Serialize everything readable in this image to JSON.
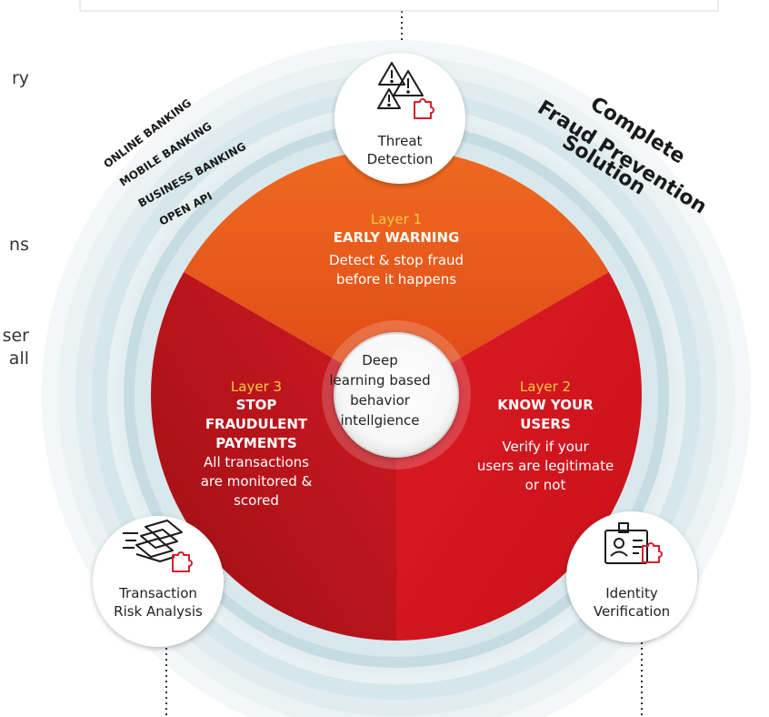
{
  "left_text_fragments": [
    "ry",
    "ns",
    "ser",
    "all"
  ],
  "channels": [
    "ONLINE BANKING",
    "MOBILE BANKING",
    "BUSINESS BANKING",
    "OPEN API"
  ],
  "solution_title": [
    "Complete",
    "Fraud Prevention",
    "Solution"
  ],
  "center": {
    "lines": [
      "Deep",
      "learning based",
      "behavior",
      "intellgience"
    ]
  },
  "layers": [
    {
      "tag": "Layer 1",
      "title": [
        "EARLY WARNING"
      ],
      "desc": [
        "Detect & stop fraud",
        "before it happens"
      ]
    },
    {
      "tag": "Layer 2",
      "title": [
        "KNOW YOUR",
        "USERS"
      ],
      "desc": [
        "Verify if your",
        "users are legitimate",
        "or not"
      ]
    },
    {
      "tag": "Layer 3",
      "title": [
        "STOP",
        "FRAUDULENT",
        "PAYMENTS"
      ],
      "desc": [
        "All transactions",
        "are monitored &",
        "scored"
      ]
    }
  ],
  "badges": {
    "threat": {
      "lines": [
        "Threat",
        "Detection"
      ],
      "icon": "threat-warning-icon"
    },
    "identity": {
      "lines": [
        "Identity",
        "Verification"
      ],
      "icon": "id-card-icon"
    },
    "transaction": {
      "lines": [
        "Transaction",
        "Risk Analysis"
      ],
      "icon": "money-stack-icon"
    }
  },
  "colors": {
    "layer1": "#e8501e",
    "layer2": "#d7151e",
    "layer3": "#c8141c",
    "tag": "#ffc940",
    "accent": "#d81e2c",
    "ring": "#cfe3e8"
  }
}
